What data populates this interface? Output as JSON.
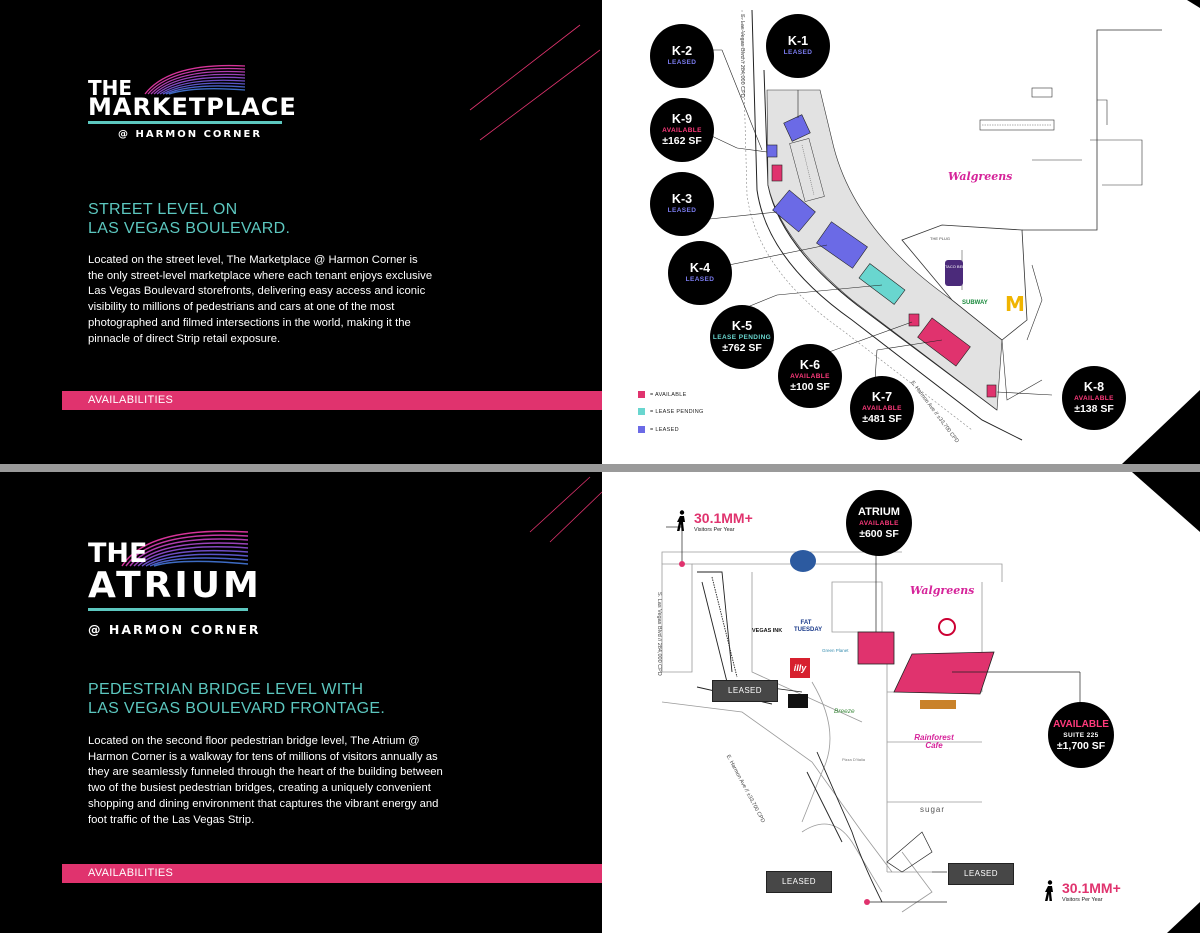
{
  "marketplace": {
    "logo": {
      "the": "THE",
      "name": "MARKETPLACE",
      "sub": "@ HARMON CORNER"
    },
    "heading_line1": "STREET LEVEL ON",
    "heading_line2": "LAS VEGAS BOULEVARD.",
    "body": "Located on the street level, The Marketplace @ Harmon Corner is the only street-level marketplace where each tenant enjoys exclusive Las Vegas Boulevard storefronts, delivering easy access and iconic visibility to millions of pedestrians and cars at one of the most photographed and filmed intersections in the world, making it the pinnacle of direct Strip retail exposure.",
    "availabilities": "AVAILABILITIES",
    "units": [
      {
        "name": "K-2",
        "status": "LEASED",
        "sf": "",
        "kind": "leased"
      },
      {
        "name": "K-1",
        "status": "LEASED",
        "sf": "",
        "kind": "leased"
      },
      {
        "name": "K-9",
        "status": "AVAILABLE",
        "sf": "±162 SF",
        "kind": "avail"
      },
      {
        "name": "K-3",
        "status": "LEASED",
        "sf": "",
        "kind": "leased"
      },
      {
        "name": "K-4",
        "status": "LEASED",
        "sf": "",
        "kind": "leased"
      },
      {
        "name": "K-5",
        "status": "LEASE PENDING",
        "sf": "±762 SF",
        "kind": "pending"
      },
      {
        "name": "K-6",
        "status": "AVAILABLE",
        "sf": "±100 SF",
        "kind": "avail"
      },
      {
        "name": "K-7",
        "status": "AVAILABLE",
        "sf": "±481 SF",
        "kind": "avail"
      },
      {
        "name": "K-8",
        "status": "AVAILABLE",
        "sf": "±138 SF",
        "kind": "avail"
      }
    ],
    "legend": [
      {
        "label": "= AVAILABLE",
        "color": "#e0336e"
      },
      {
        "label": "= LEASE PENDING",
        "color": "#69d6cf"
      },
      {
        "label": "= LEASED",
        "color": "#6b6ae6"
      }
    ],
    "street_blvd": "S. Las Vegas Blvd // 284,000 CPD",
    "street_harmon": "E. Harmon Ave // ±33,700 CPD",
    "brands": {
      "walgreens": "Walgreens",
      "tacobell": "TACO BELL",
      "subway": "SUBWAY",
      "theplug": "THE PLUG"
    }
  },
  "atrium": {
    "logo": {
      "the": "THE",
      "name": "ATRIUM",
      "sub": "@ HARMON CORNER"
    },
    "heading_line1": "PEDESTRIAN BRIDGE LEVEL WITH",
    "heading_line2": "LAS VEGAS BOULEVARD FRONTAGE.",
    "body": "Located on the second floor pedestrian bridge level, The Atrium @ Harmon Corner is a walkway for tens of millions of visitors annually as they are seamlessly funneled through the heart of the building between two of the busiest pedestrian bridges, creating a uniquely convenient shopping and dining environment that captures the vibrant energy and foot traffic of the Las Vegas Strip.",
    "availabilities": "AVAILABILITIES",
    "atrium_circle": {
      "name": "ATRIUM",
      "status": "AVAILABLE",
      "sf": "±600 SF"
    },
    "suite_circle": {
      "name": "AVAILABLE",
      "status": "SUITE 225",
      "sf": "±1,700 SF"
    },
    "leased_label": "LEASED",
    "visitors_top": {
      "num": "30.1MM+",
      "lbl": "Visitors Per Year"
    },
    "visitors_bottom": {
      "num": "30.1MM+",
      "lbl": "Visitors Per Year"
    },
    "street_blvd": "S. Las Vegas Blvd // 284,000 CPD",
    "street_harmon": "E. Harmon Ave // ±33,700 CPD",
    "brands": {
      "walgreens": "Walgreens",
      "vegasink": "VEGAS INK",
      "fattuesday": "FAT TUESDAY",
      "illy": "illy",
      "greenplanet": "Green Planet",
      "rainforest": "Rainforest Cafe",
      "sugar": "sugar",
      "breeze": "Breeze",
      "pizzaitalia": "Pizza D'Italia"
    }
  },
  "colors": {
    "teal": "#5cc7bf",
    "pink": "#e0336e",
    "blue": "#6b6ae6",
    "pending": "#69d6cf"
  }
}
